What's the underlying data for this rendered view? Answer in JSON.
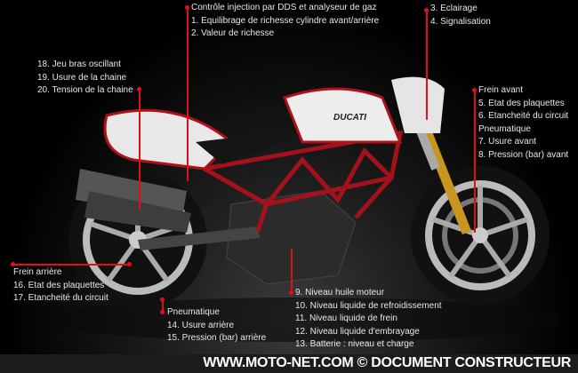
{
  "annotations": {
    "injection": {
      "title": "Contrôle injection par DDS et analyseur de gaz",
      "items": [
        "1. Equilibrage de richesse cylindre avant/arrière",
        "2. Valeur de richesse"
      ]
    },
    "lighting": {
      "items": [
        "3. Eclairage",
        "4. Signalisation"
      ]
    },
    "chain": {
      "items": [
        "18. Jeu bras oscillant",
        "19. Usure de la chaine",
        "20. Tension de la chaine"
      ]
    },
    "front_brake": {
      "title": "Frein avant",
      "items": [
        "5. Etat des plaquettes",
        "6. Etancheité du circuit",
        "Pneumatique",
        "7. Usure avant",
        "8. Pression (bar) avant"
      ]
    },
    "rear_brake": {
      "title": "Frein arrière",
      "items": [
        "16. Etat des plaquettes",
        "17. Etancheité du circuit"
      ]
    },
    "rear_tire": {
      "title": "Pneumatique",
      "items": [
        "14. Usure arrière",
        "15. Pression (bar) arrière"
      ]
    },
    "fluids": {
      "items": [
        "9. Niveau huile moteur",
        "10. Niveau liquide de refroidissement",
        "11. Niveau liquide de frein",
        "12. Niveau liquide d'embrayage",
        "13. Batterie : niveau et charge"
      ]
    }
  },
  "bike_brand": "DUCATI",
  "footer": "WWW.MOTO-NET.COM © DOCUMENT CONSTRUCTEUR",
  "colors": {
    "accent": "#e0101a"
  }
}
